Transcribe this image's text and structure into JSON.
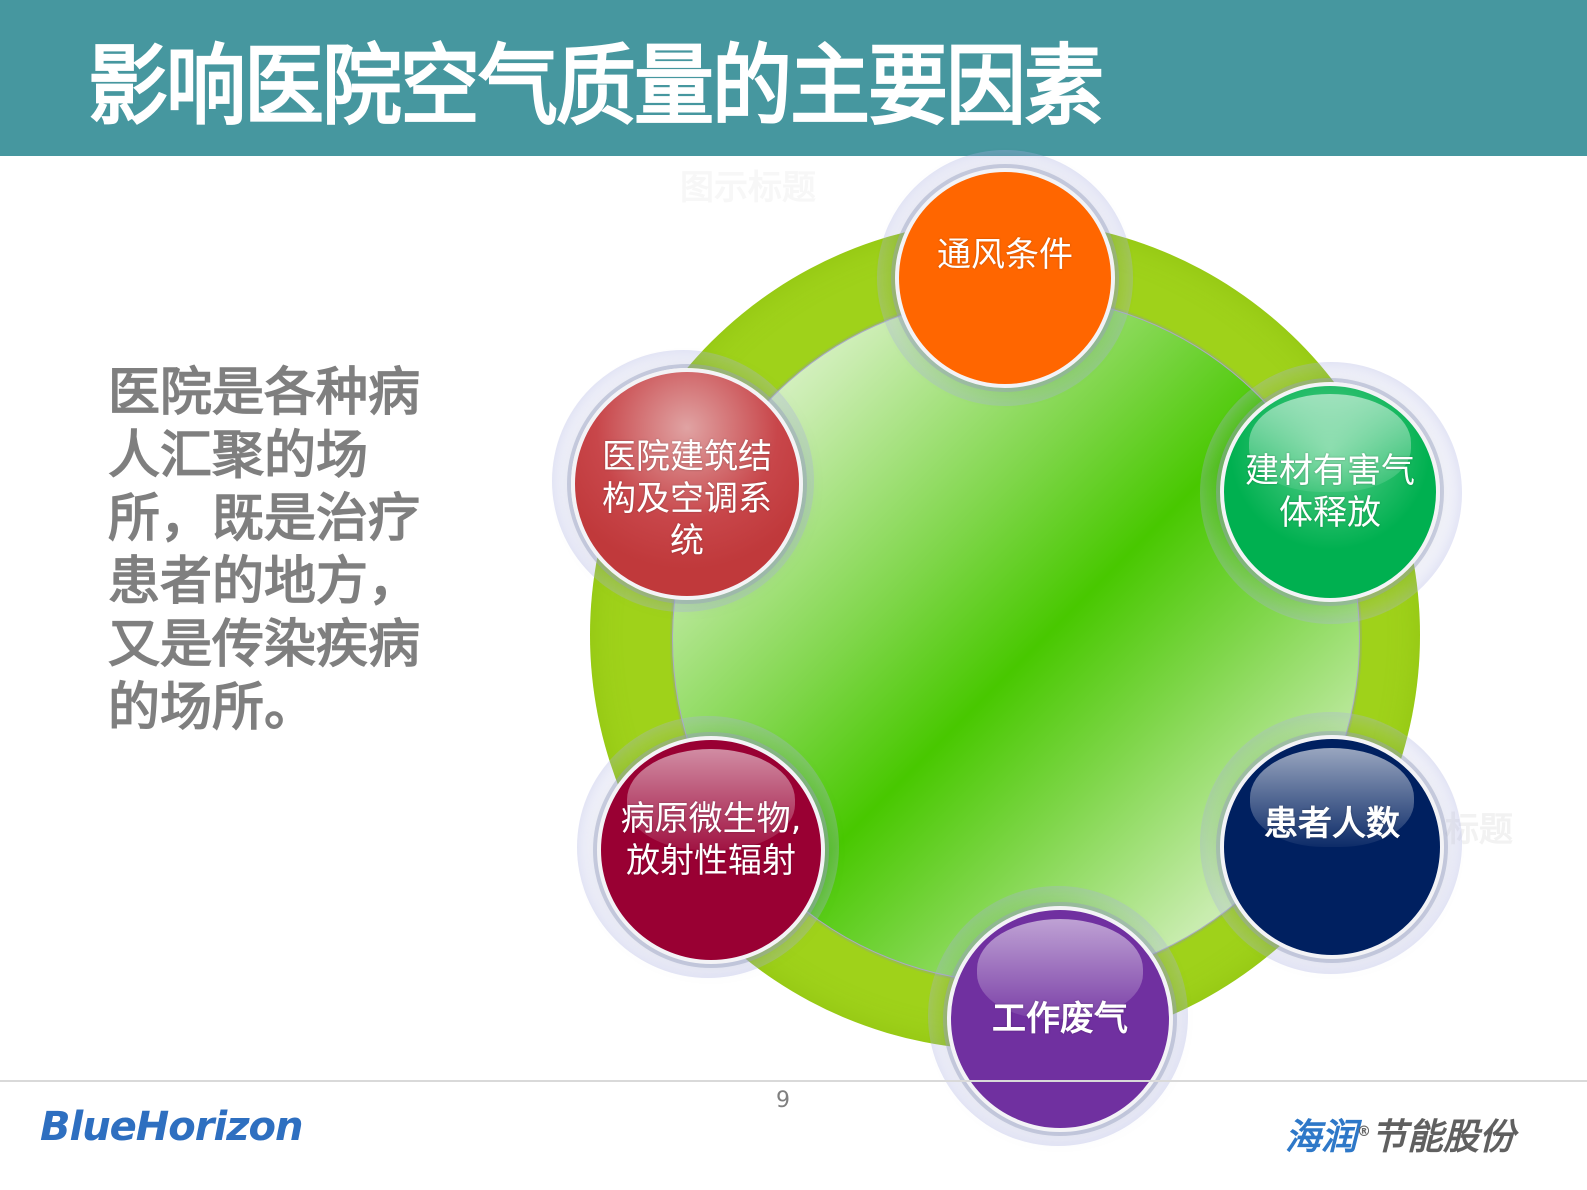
{
  "slide": {
    "title": "影响医院空气质量的主要因素",
    "page_number": "9",
    "colors": {
      "header_bg": "#46979f",
      "body_text": "#7f7f7f",
      "ring_green": "#9fd21a",
      "center_green": "#48c800"
    }
  },
  "body_text": "医院是各种病人汇聚的场所，既是治疗患者的地方，又是传染疾病的场所。",
  "ghost_labels": {
    "top": "图示标题",
    "right": "标题"
  },
  "diagram": {
    "type": "cycle",
    "nodes": [
      {
        "label": "通风条件",
        "color": "#ff6600"
      },
      {
        "label": "建材有害气体释放",
        "color": "#00b050"
      },
      {
        "label": "患者人数",
        "color": "#002060"
      },
      {
        "label": "工作废气",
        "color": "#7030a0"
      },
      {
        "label": "病原微生物, 放射性辐射",
        "color": "#990033"
      },
      {
        "label": "医院建筑结构及空调系统",
        "color": "#c0393b"
      }
    ]
  },
  "footer": {
    "logo_left": "BlueHorizon",
    "logo_right_blue": "海润",
    "logo_right_reg": "®",
    "logo_right_gray": "节能股份"
  }
}
